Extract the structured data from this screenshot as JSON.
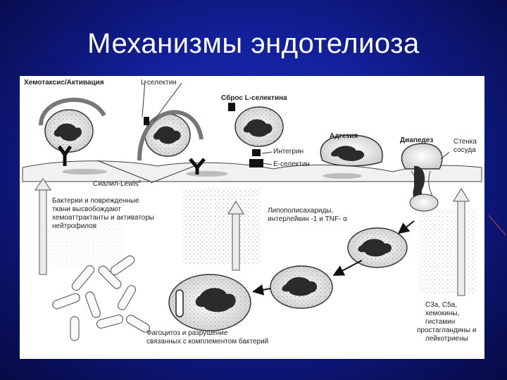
{
  "title": "Механизмы эндотелиоза",
  "diagram": {
    "stages": {
      "chemotaxis": "Хемотаксис/Активация",
      "shedding": "Сброс L-селектина",
      "adhesion": "Адгезия",
      "diapedesis": "Диапедез"
    },
    "labels": {
      "l_selectin": "L-селектин",
      "integrin": "Интегрин",
      "e_selectin": "E-селектин",
      "sialyl_lewis": "Сиалил-Lewis",
      "sialyl_lewis_sup": "x",
      "vessel_wall_1": "Стенка",
      "vessel_wall_2": "сосуда"
    },
    "notes": {
      "bacteria_1": "Бактерии и поврежденные",
      "bacteria_2": "ткани высвобождают",
      "bacteria_3": "хемоаттрактанты и активаторы",
      "bacteria_4": "нейтрофилов",
      "lps_1": "Липополисахариды,",
      "lps_2": "интерлейкин -1 и TNF- α",
      "complement_1": "C3a, C5a,",
      "complement_2": "хемокины,",
      "complement_3": "гистамин",
      "complement_4": "простагландины и",
      "complement_5": "лейкотриены",
      "phago_1": "Фагоцитоз и разрушение",
      "phago_2": "связанных с комплементом бактерий"
    }
  },
  "colors": {
    "background": "#12209a",
    "title": "#ffffff",
    "panel": "#ffffff",
    "ink": "#222222"
  }
}
